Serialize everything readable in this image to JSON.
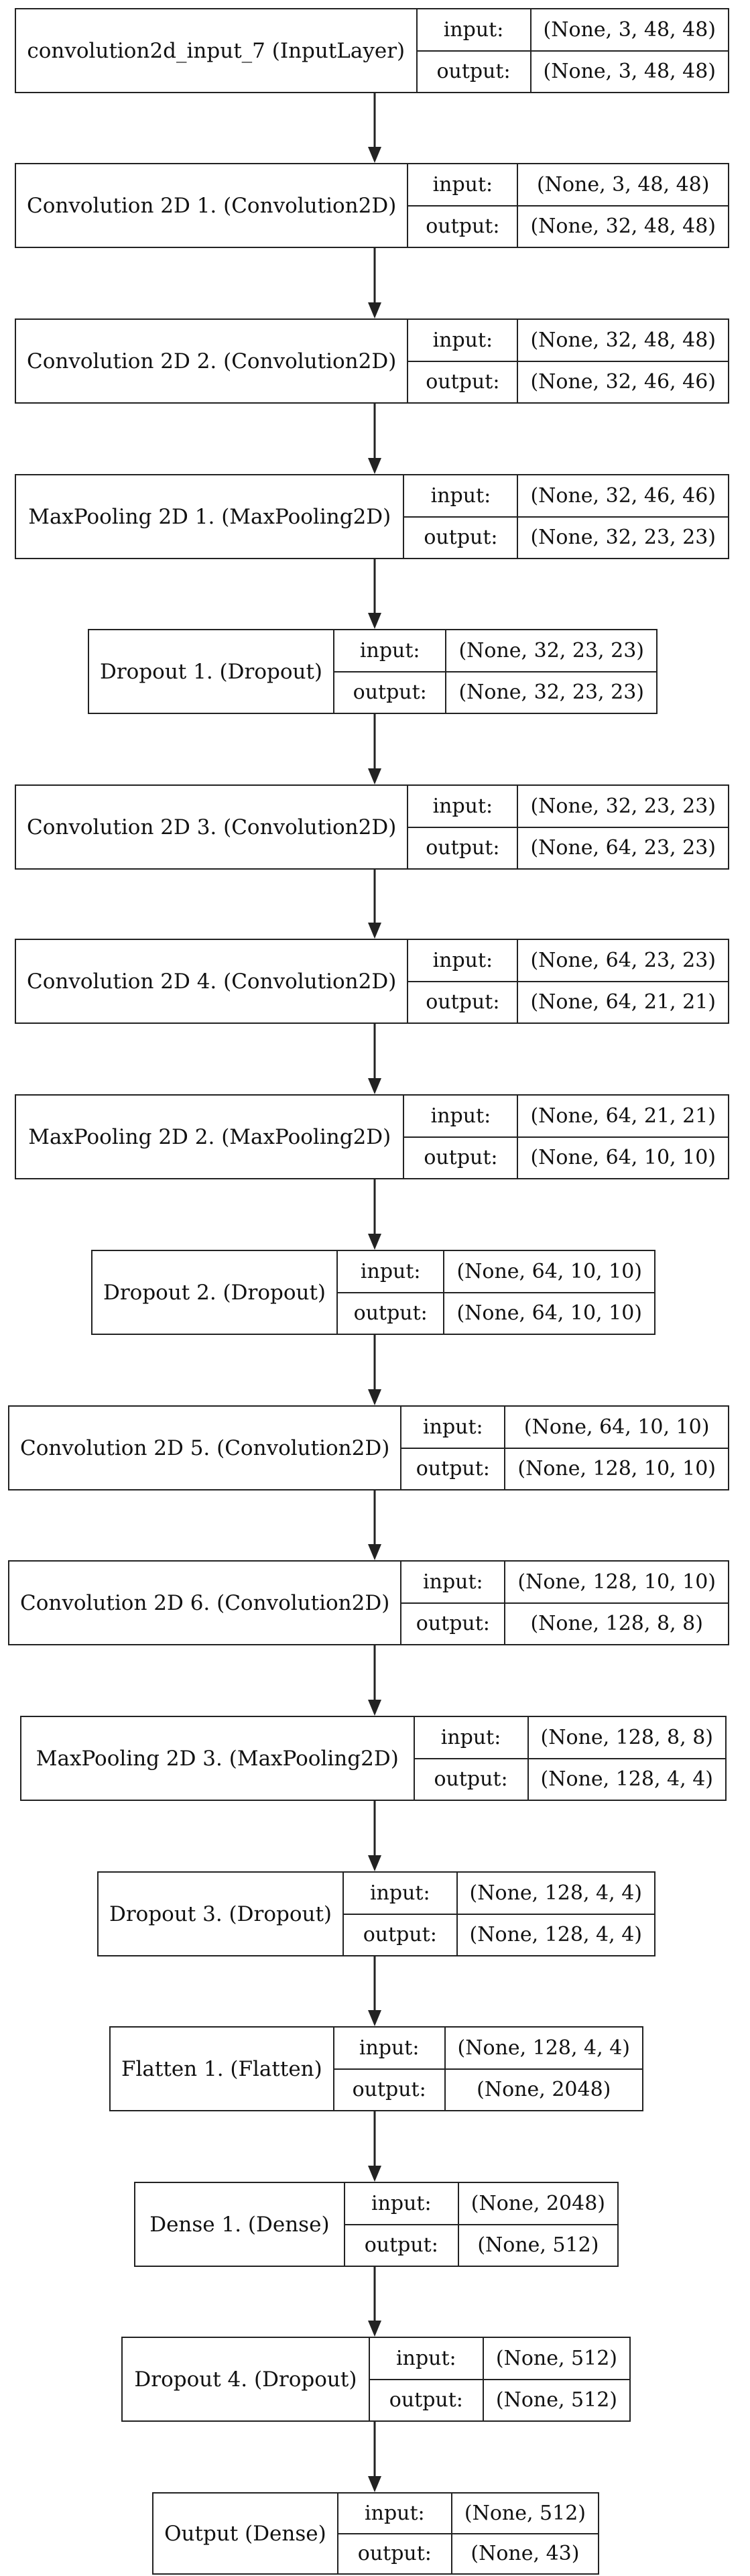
{
  "layers": [
    {
      "name": "convolution2d_input_7 (InputLayer)",
      "input_label": "input:",
      "output_label": "output:",
      "input_shape": "(None, 3, 48, 48)",
      "output_shape": "(None, 3, 48, 48)"
    },
    {
      "name": "Convolution 2D 1. (Convolution2D)",
      "input_label": "input:",
      "output_label": "output:",
      "input_shape": "(None, 3, 48, 48)",
      "output_shape": "(None, 32, 48, 48)"
    },
    {
      "name": "Convolution 2D 2. (Convolution2D)",
      "input_label": "input:",
      "output_label": "output:",
      "input_shape": "(None, 32, 48, 48)",
      "output_shape": "(None, 32, 46, 46)"
    },
    {
      "name": "MaxPooling 2D 1. (MaxPooling2D)",
      "input_label": "input:",
      "output_label": "output:",
      "input_shape": "(None, 32, 46, 46)",
      "output_shape": "(None, 32, 23, 23)"
    },
    {
      "name": "Dropout 1. (Dropout)",
      "input_label": "input:",
      "output_label": "output:",
      "input_shape": "(None, 32, 23, 23)",
      "output_shape": "(None, 32, 23, 23)"
    },
    {
      "name": "Convolution 2D 3. (Convolution2D)",
      "input_label": "input:",
      "output_label": "output:",
      "input_shape": "(None, 32, 23, 23)",
      "output_shape": "(None, 64, 23, 23)"
    },
    {
      "name": "Convolution 2D 4. (Convolution2D)",
      "input_label": "input:",
      "output_label": "output:",
      "input_shape": "(None, 64, 23, 23)",
      "output_shape": "(None, 64, 21, 21)"
    },
    {
      "name": "MaxPooling 2D 2. (MaxPooling2D)",
      "input_label": "input:",
      "output_label": "output:",
      "input_shape": "(None, 64, 21, 21)",
      "output_shape": "(None, 64, 10, 10)"
    },
    {
      "name": "Dropout 2. (Dropout)",
      "input_label": "input:",
      "output_label": "output:",
      "input_shape": "(None, 64, 10, 10)",
      "output_shape": "(None, 64, 10, 10)"
    },
    {
      "name": "Convolution 2D 5. (Convolution2D)",
      "input_label": "input:",
      "output_label": "output:",
      "input_shape": "(None, 64, 10, 10)",
      "output_shape": "(None, 128, 10, 10)"
    },
    {
      "name": "Convolution 2D 6. (Convolution2D)",
      "input_label": "input:",
      "output_label": "output:",
      "input_shape": "(None, 128, 10, 10)",
      "output_shape": "(None, 128, 8, 8)"
    },
    {
      "name": "MaxPooling 2D 3. (MaxPooling2D)",
      "input_label": "input:",
      "output_label": "output:",
      "input_shape": "(None, 128, 8, 8)",
      "output_shape": "(None, 128, 4, 4)"
    },
    {
      "name": "Dropout 3. (Dropout)",
      "input_label": "input:",
      "output_label": "output:",
      "input_shape": "(None, 128, 4, 4)",
      "output_shape": "(None, 128, 4, 4)"
    },
    {
      "name": "Flatten 1. (Flatten)",
      "input_label": "input:",
      "output_label": "output:",
      "input_shape": "(None, 128, 4, 4)",
      "output_shape": "(None, 2048)"
    },
    {
      "name": "Dense 1. (Dense)",
      "input_label": "input:",
      "output_label": "output:",
      "input_shape": "(None, 2048)",
      "output_shape": "(None, 512)"
    },
    {
      "name": "Dropout 4. (Dropout)",
      "input_label": "input:",
      "output_label": "output:",
      "input_shape": "(None, 512)",
      "output_shape": "(None, 512)"
    },
    {
      "name": "Output (Dense)",
      "input_label": "input:",
      "output_label": "output:",
      "input_shape": "(None, 512)",
      "output_shape": "(None, 43)"
    }
  ],
  "colors": {
    "line": "#222222",
    "background": "#ffffff",
    "text": "#111111"
  }
}
